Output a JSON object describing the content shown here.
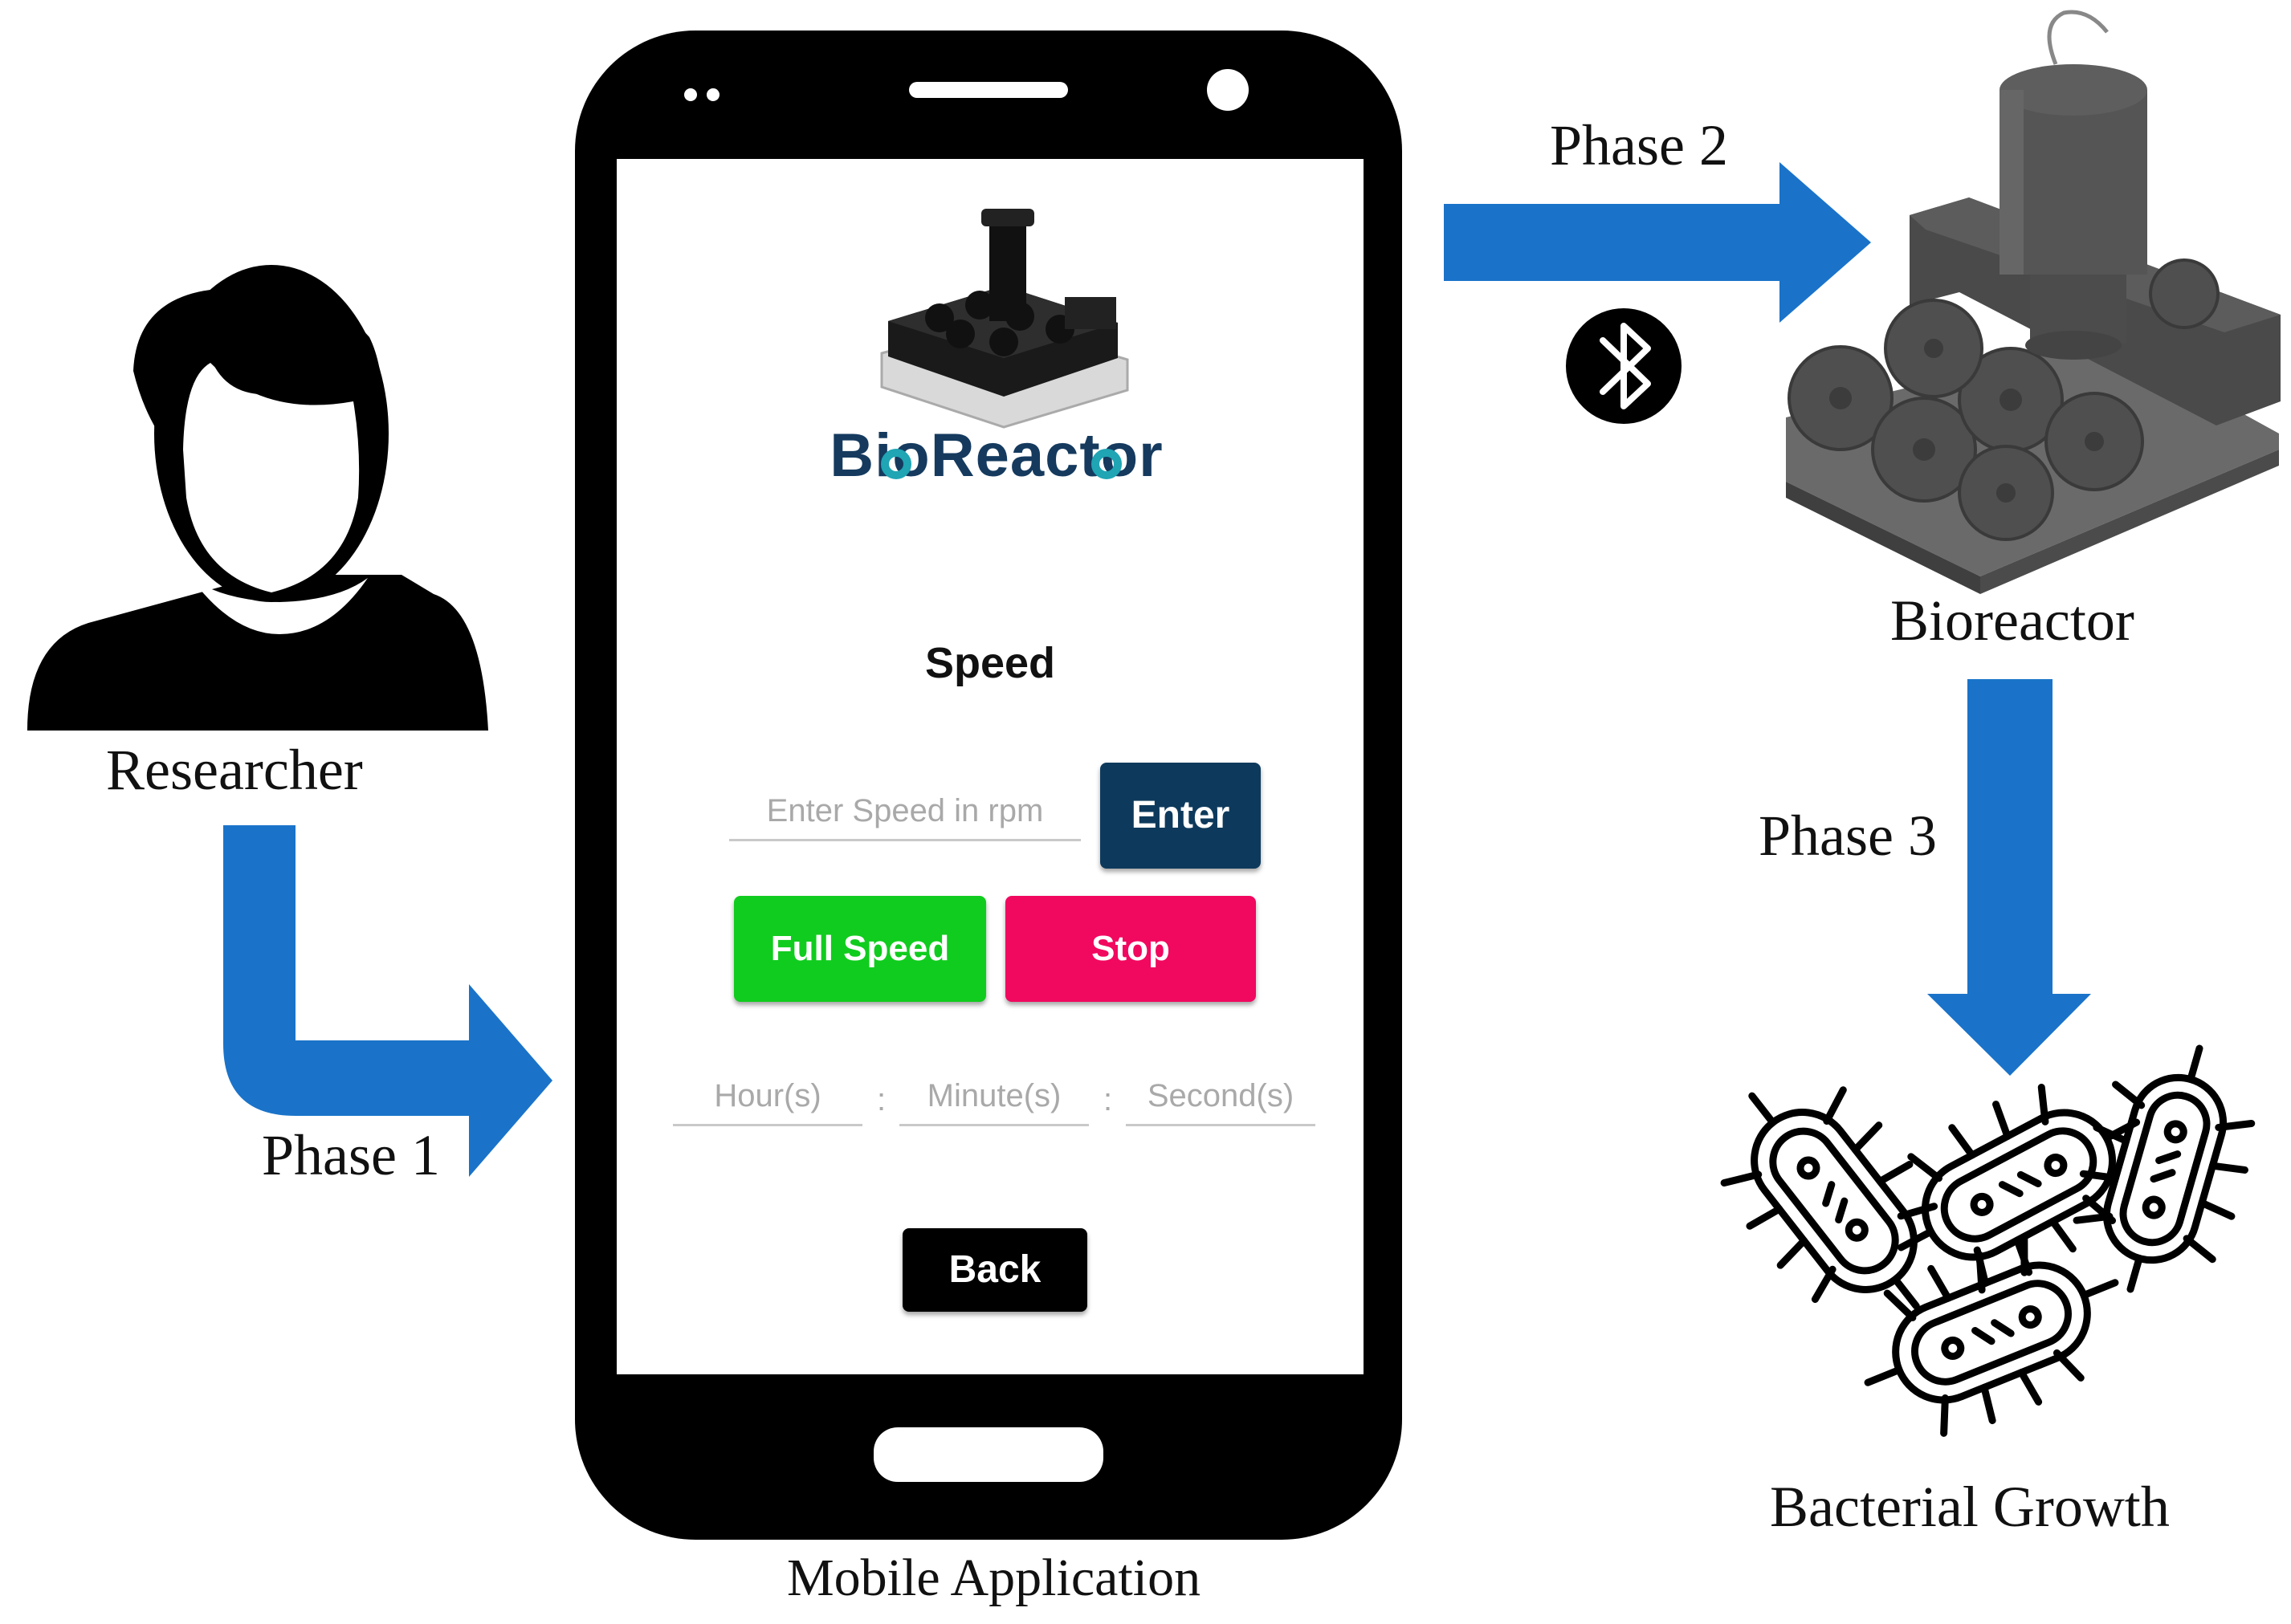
{
  "labels": {
    "researcher": "Researcher",
    "mobile_application": "Mobile Application",
    "bioreactor": "Bioreactor",
    "bacterial_growth": "Bacterial Growth",
    "phase1": "Phase 1",
    "phase2": "Phase 2",
    "phase3": "Phase 3"
  },
  "app": {
    "logo_text": "BioReactor",
    "title": "Speed",
    "speed_placeholder": "Enter Speed in rpm",
    "enter_label": "Enter",
    "full_speed_label": "Full Speed",
    "stop_label": "Stop",
    "hour_placeholder": "Hour(s)",
    "minute_placeholder": "Minute(s)",
    "second_placeholder": "Second(s)",
    "separator": ":",
    "back_label": "Back"
  },
  "colors": {
    "arrow": "#1a73c9",
    "enter_button": "#0d3a5c",
    "full_speed_button": "#10cc1e",
    "stop_button": "#f1085f",
    "logo_text": "#153a5e",
    "logo_gear": "#1fa5b4"
  },
  "icons": {
    "researcher": "person-silhouette-icon",
    "bluetooth": "bluetooth-icon",
    "bioreactor": "bioreactor-device-icon",
    "bacteria": "bacteria-icon"
  }
}
